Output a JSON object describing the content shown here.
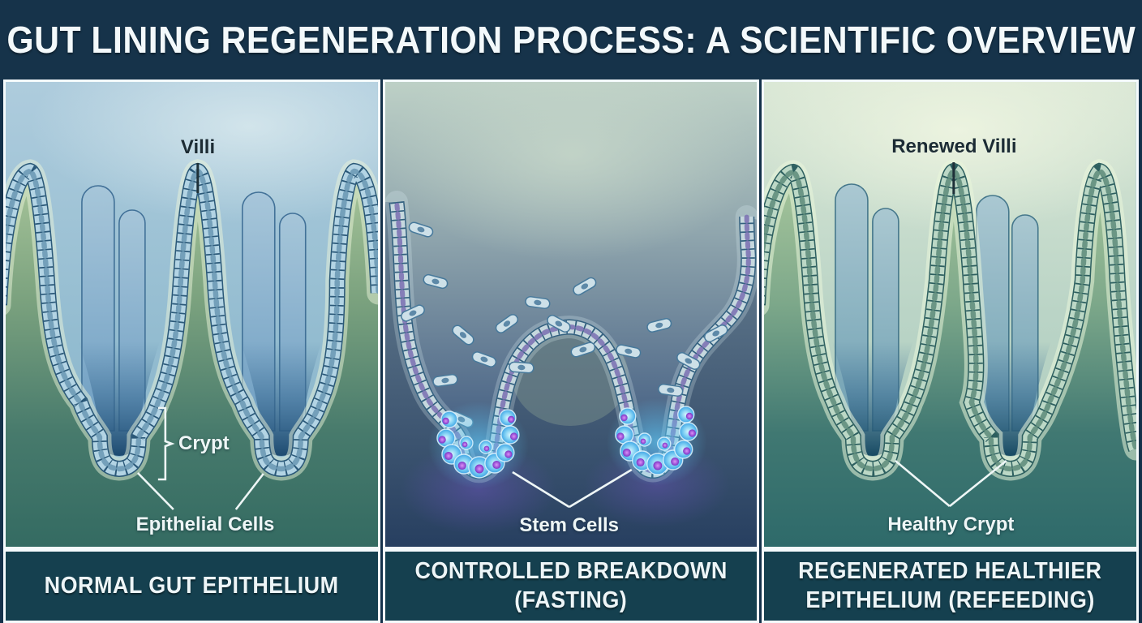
{
  "header": {
    "title": "GUT LINING REGENERATION PROCESS: A SCIENTIFIC OVERVIEW"
  },
  "panels": [
    {
      "id": "normal",
      "caption_lines": [
        "NORMAL GUT EPITHELIUM"
      ],
      "labels": {
        "villi": "Villi",
        "crypt": "Crypt",
        "epithelial": "Epithelial Cells"
      }
    },
    {
      "id": "fasting",
      "caption_lines": [
        "CONTROLLED BREAKDOWN",
        "(FASTING)"
      ],
      "labels": {
        "stem": "Stem Cells"
      }
    },
    {
      "id": "refeeding",
      "caption_lines": [
        "REGENERATED HEALTHIER",
        "EPITHELIUM (REFEEDING)"
      ],
      "labels": {
        "renewed": "Renewed Villi",
        "healthy": "Healthy Crypt"
      }
    }
  ],
  "colors": {
    "page_bg": "#14314a",
    "title_bar_bg": "#16334a",
    "caption_bar_bg": "#15404f",
    "divider": "#f4fafc",
    "title_text": "#f3f9fb",
    "caption_text": "#edf5f7",
    "label_light": "#eef6f6",
    "label_dark": "#1c2c34",
    "p1_sky_top": "#aeccdd",
    "p1_sky_low": "#85b2c9",
    "p1_villus_core": "#a9c69b",
    "p1_tissue_deep": "#346b62",
    "p1_cell": "#b3d4e4",
    "p1_cell_wall": "#2a5878",
    "p1_nucleus": "#6d9ab5",
    "p2_sky_top": "#bdd0c6",
    "p2_mid": "#8fa5ad",
    "p2_deep": "#2a4165",
    "p2_cell": "#c6d8de",
    "p2_cell_wall": "#33607f",
    "p2_nucleus": "#7d74b4",
    "stem_body": "#7fd0f4",
    "stem_nucleus": "#9b4ad8",
    "stem_glow_cyan": "#5fc8f5",
    "stem_glow_purple": "#7b55d4",
    "p3_sky_top": "#dbe8d6",
    "p3_sky_low": "#a9cabc",
    "p3_villus_core": "#a9c79d",
    "p3_tissue_deep": "#2e6a6a",
    "p3_cell": "#bcd8c6",
    "p3_cell_wall": "#2d5f5f",
    "p3_nucleus": "#628f7d"
  }
}
